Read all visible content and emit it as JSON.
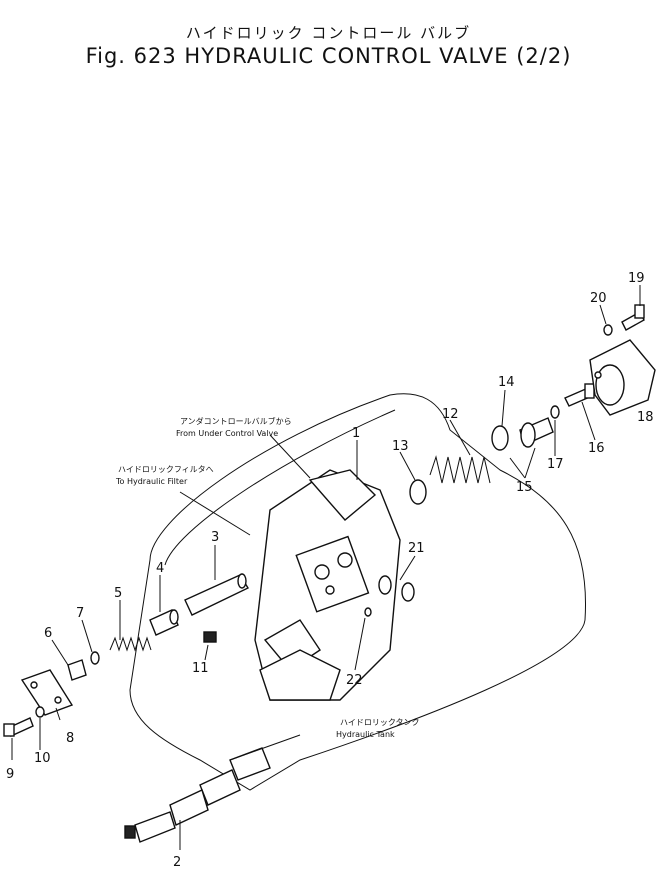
{
  "header": {
    "title_jp": "ハイドロリック コントロール バルブ",
    "title_en": "Fig. 623 HYDRAULIC CONTROL VALVE (2/2)"
  },
  "notes": {
    "from_under_jp": "アンダコントロールバルブから",
    "from_under_en": "From Under Control Valve",
    "to_filter_jp": "ハイドロリックフィルタへ",
    "to_filter_en": "To Hydraulic Filter",
    "tank_jp": "ハイドロリックタンク",
    "tank_en": "Hydraulic Tank"
  },
  "callouts": [
    "1",
    "2",
    "3",
    "4",
    "5",
    "6",
    "7",
    "8",
    "9",
    "10",
    "11",
    "12",
    "13",
    "14",
    "15",
    "16",
    "17",
    "18",
    "19",
    "20",
    "21",
    "22"
  ]
}
